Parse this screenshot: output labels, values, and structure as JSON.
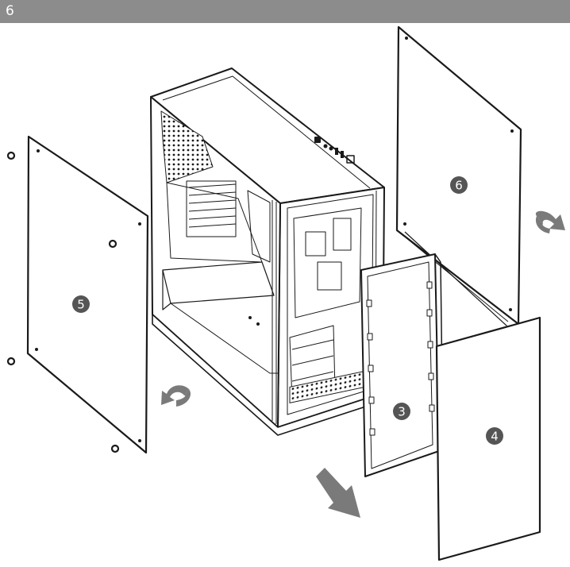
{
  "header": {
    "step_number": "6"
  },
  "callouts": {
    "top_glass": "3",
    "side_panel_right": "4",
    "side_panel_left": "5",
    "rear_panel": "6"
  },
  "colors": {
    "header_bg": "#8c8c8c",
    "line": "#1a1a1a",
    "callout_bg": "#555555",
    "arrow": "#7a7a7a"
  }
}
